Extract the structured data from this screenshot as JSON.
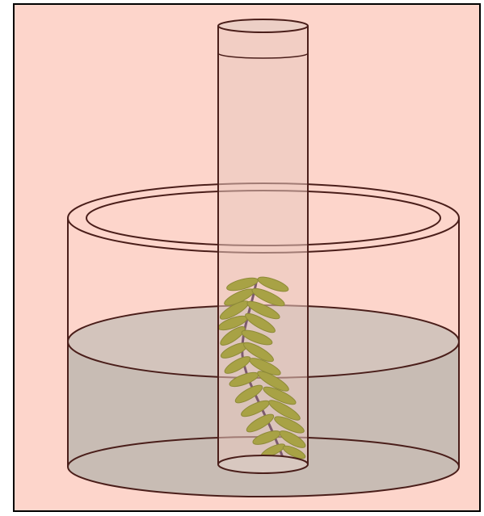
{
  "diagram": {
    "subject": "aquatic-plant-in-inverted-test-tube-in-water-dish",
    "colors": {
      "page_background": "#ffffff",
      "frame_border": "#000000",
      "panel_background": "#fdd5cb",
      "outline": "#4a1e1a",
      "water": "#c8bcb4",
      "water_surface": "#d3c4bc",
      "tube_glass": "#e9c9c0",
      "plant_leaf": "#a8a245",
      "plant_leaf_dark": "#8d8a38",
      "plant_stem": "#7c5a6e"
    },
    "parts": [
      {
        "name": "beaker",
        "contains": "water"
      },
      {
        "name": "test-tube",
        "orientation": "inverted",
        "contains": "water-plant"
      },
      {
        "name": "water-plant",
        "type": "elodea-sprig"
      }
    ]
  }
}
